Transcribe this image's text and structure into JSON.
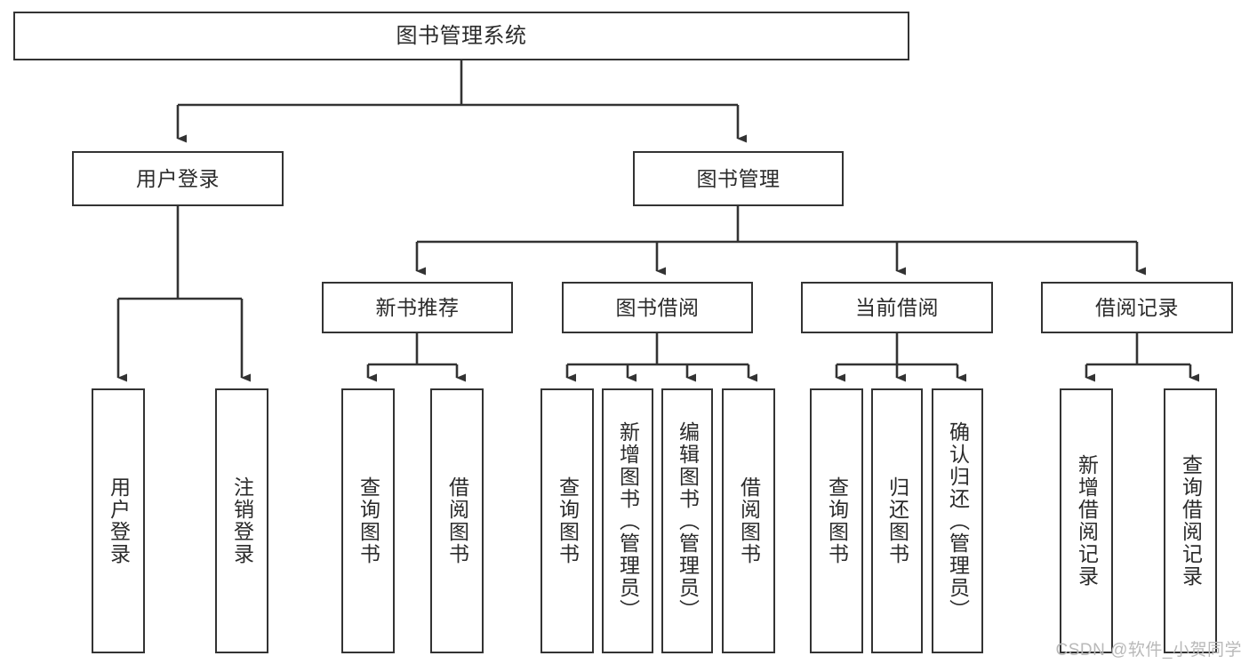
{
  "diagram": {
    "title": "图书管理系统",
    "watermark": "CSDN @软件_小贺同学",
    "stroke_color": "#333333",
    "background_color": "#ffffff",
    "text_color": "#2b2b2b",
    "watermark_color": "#b9b9b9",
    "nodes": {
      "root": "图书管理系统",
      "l1": {
        "user_login": "用户登录",
        "book_manage": "图书管理"
      },
      "l2": {
        "new_book_rec": "新书推荐",
        "book_borrow": "图书借阅",
        "current_borrow": "当前借阅",
        "borrow_record": "借阅记录"
      },
      "leaves": {
        "user_login_1": "用户登录",
        "user_login_2": "注销登录",
        "new_book_rec_1": "查询图书",
        "new_book_rec_2": "借阅图书",
        "book_borrow_1": "查询图书",
        "book_borrow_2": "新增图书（管理员）",
        "book_borrow_3": "编辑图书（管理员）",
        "book_borrow_4": "借阅图书",
        "current_borrow_1": "查询图书",
        "current_borrow_2": "归还图书",
        "current_borrow_3": "确认归还（管理员）",
        "borrow_record_1": "新增借阅记录",
        "borrow_record_2": "查询借阅记录"
      }
    }
  }
}
